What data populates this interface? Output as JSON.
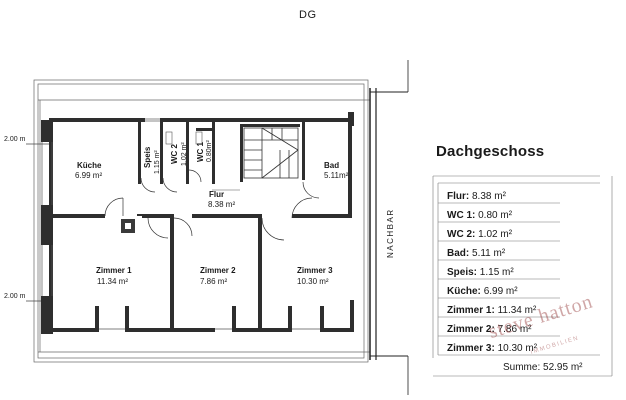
{
  "floor_label": "DG",
  "title": "Dachgeschoss",
  "neighbor_label": "NACHBAR",
  "level_marks": [
    "2.00 m",
    "2.00 m"
  ],
  "rooms": [
    {
      "id": "kueche",
      "name": "Küche",
      "area": "6.99 m²"
    },
    {
      "id": "speis",
      "name": "Speis",
      "area": "1.15 m²"
    },
    {
      "id": "wc2",
      "name": "WC 2",
      "area": "1.02 m²"
    },
    {
      "id": "wc1",
      "name": "WC 1",
      "area": "0.80m²"
    },
    {
      "id": "bad",
      "name": "Bad",
      "area": "5.11m²"
    },
    {
      "id": "flur",
      "name": "Flur",
      "area": "8.38 m²"
    },
    {
      "id": "zimmer1",
      "name": "Zimmer 1",
      "area": "11.34 m²"
    },
    {
      "id": "zimmer2",
      "name": "Zimmer 2",
      "area": "7.86 m²"
    },
    {
      "id": "zimmer3",
      "name": "Zimmer 3",
      "area": "10.30 m²"
    }
  ],
  "legend": [
    {
      "label": "Flur:",
      "value": "8.38 m²"
    },
    {
      "label": "WC 1:",
      "value": "0.80 m²"
    },
    {
      "label": "WC 2:",
      "value": "1.02 m²"
    },
    {
      "label": "Bad:",
      "value": "5.11 m²"
    },
    {
      "label": "Speis:",
      "value": "1.15 m²"
    },
    {
      "label": "Küche:",
      "value": "6.99 m²"
    },
    {
      "label": "Zimmer 1:",
      "value": "11.34 m²"
    },
    {
      "label": "Zimmer 2:",
      "value": "7.86 m²"
    },
    {
      "label": "Zimmer 3:",
      "value": "10.30 m²"
    }
  ],
  "summary": "Summe: 52.95 m²",
  "watermark": {
    "brand": "steve hatton",
    "sub": "IMMOBILIEN"
  },
  "colors": {
    "wall": "#222222",
    "wall_fill": "#3a3a3a",
    "line": "#555555",
    "watermark": "#963c3c"
  }
}
